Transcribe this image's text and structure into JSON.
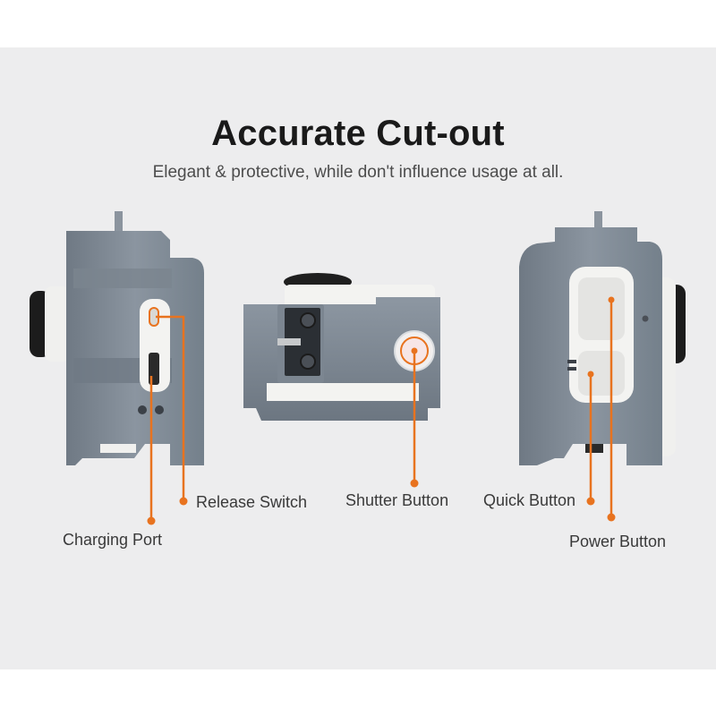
{
  "title": "Accurate Cut-out",
  "subtitle": "Elegant & protective, while don't influence usage at all.",
  "callouts": {
    "release_switch": "Release Switch",
    "charging_port": "Charging Port",
    "shutter_button": "Shutter Button",
    "quick_button": "Quick Button",
    "power_button": "Power Button"
  },
  "colors": {
    "background": "#ededee",
    "cage_metal": "#7e8893",
    "accent_orange": "#e8731f",
    "camera_white": "#f3f3f1"
  }
}
